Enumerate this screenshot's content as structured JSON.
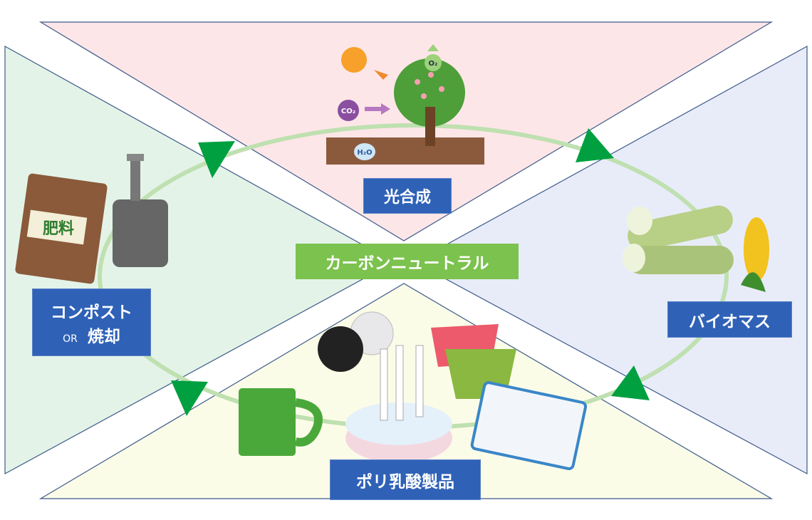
{
  "labels": {
    "photosynthesis": "光合成",
    "carbon_neutral": "カーボンニュートラル",
    "compost_line1": "コンポスト",
    "compost_or": "OR",
    "compost_line2": "焼却",
    "biomass": "バイオマス",
    "pla_products": "ポリ乳酸製品"
  },
  "illustration_text": {
    "o2": "O₂",
    "co2": "CO₂",
    "h2o": "H₂O",
    "fertilizer": "肥料"
  },
  "colors": {
    "top": "#fde6e8",
    "left": "#e4f3e8",
    "right": "#e8ecf8",
    "bottom": "#fbfce8",
    "label_blue": "#2f62b7",
    "label_green": "#7cc24e",
    "cycle": "#bfe0b0",
    "arrow": "#00a040"
  }
}
